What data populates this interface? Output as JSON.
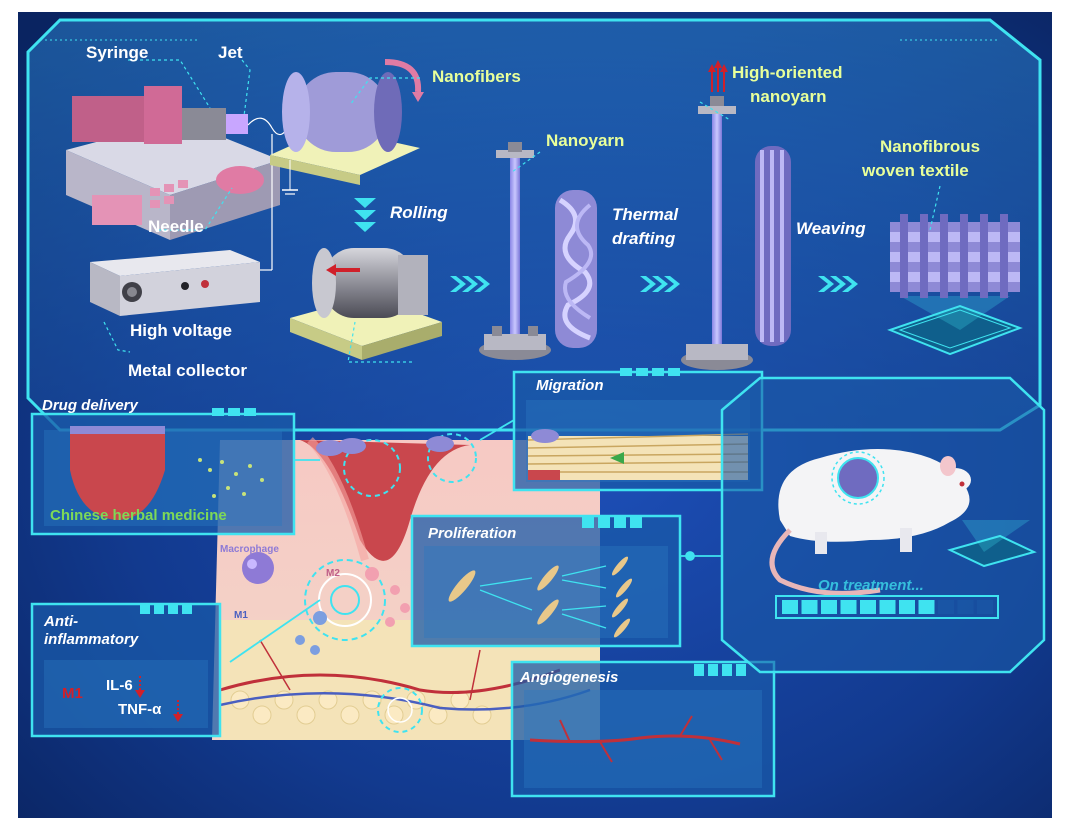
{
  "fabrication": {
    "syringe": "Syringe",
    "jet": "Jet",
    "needle": "Needle",
    "high_voltage": "High voltage",
    "nanofibers": "Nanofibers",
    "rolling": "Rolling",
    "metal_collector": "Metal collector",
    "nanoyarn": "Nanoyarn",
    "thermal_line1": "Thermal",
    "thermal_line2": "drafting",
    "oriented_line1": "High-oriented",
    "oriented_line2": "nanoyarn",
    "weaving": "Weaving",
    "textile_line1": "Nanofibrous",
    "textile_line2": "woven textile"
  },
  "healing": {
    "drug_delivery": "Drug delivery",
    "herbal": "Chinese herbal medicine",
    "migration": "Migration",
    "proliferation": "Proliferation",
    "macrophage": "Macrophage",
    "m1_small": "M1",
    "m2_small": "M2",
    "anti_line1": "Anti-",
    "anti_line2": "inflammatory",
    "m1": "M1",
    "il6": "IL-6",
    "tnf": "TNF-α",
    "angiogenesis": "Angiogenesis",
    "treatment": "On treatment..."
  },
  "progress": {
    "filled_segments": 8,
    "total_segments": 11
  },
  "colors": {
    "bg_dark": "#0b2a6e",
    "accent": "#3fe3f0",
    "label_green": "#e8ff9a",
    "wound_red": "#c9474d"
  }
}
